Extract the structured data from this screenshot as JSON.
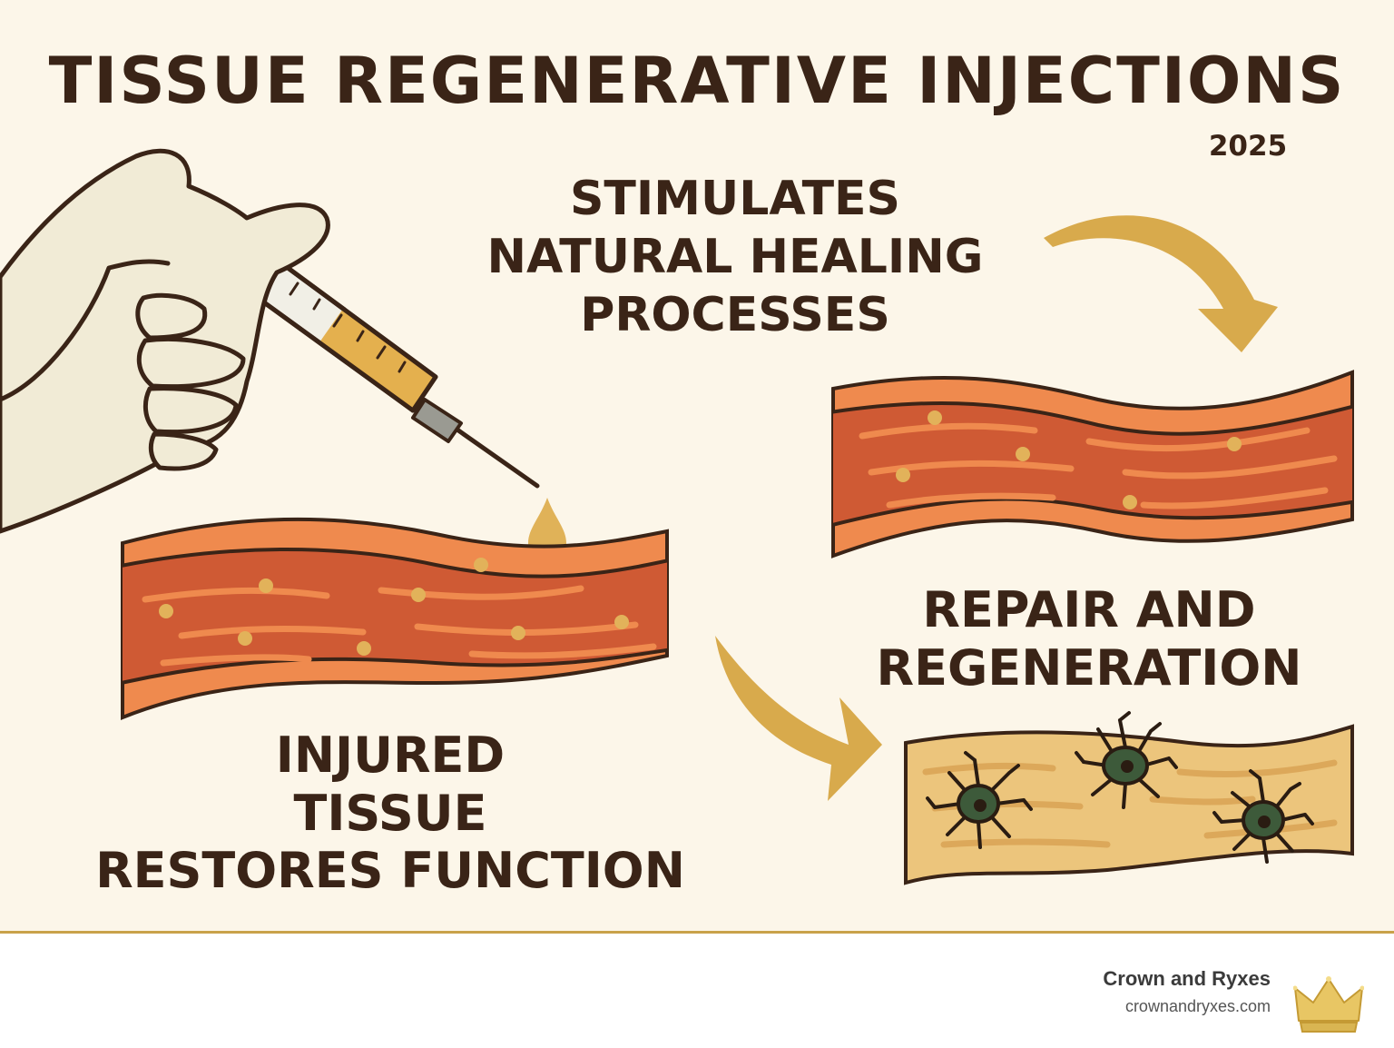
{
  "title": "TISSUE REGENERATIVE INJECTIONS",
  "year": "2025",
  "labels": {
    "stimulates": [
      "STIMULATES",
      "NATURAL HEALING",
      "PROCESSES"
    ],
    "repair": [
      "REPAIR AND",
      "REGENERATION"
    ],
    "injured": [
      "INJURED",
      "TISSUE",
      "RESTORES FUNCTION"
    ]
  },
  "footer": {
    "brand": "Crown and Ryxes",
    "url": "crownandryxes.com"
  },
  "icons": [
    "gloved-hand-icon",
    "syringe-icon",
    "droplet-icon",
    "curved-arrow-icon",
    "cell-icon",
    "crown-logo-icon"
  ],
  "colors": {
    "background": "#fcf6e9",
    "text": "#3a2417",
    "tissue_outer": "#ef8a4e",
    "tissue_inner": "#cf5a34",
    "healed_tissue": "#ecc57c",
    "arrow": "#d8aa4c",
    "cell": "#3d5a3a",
    "accent_rule": "#c9a24a"
  }
}
